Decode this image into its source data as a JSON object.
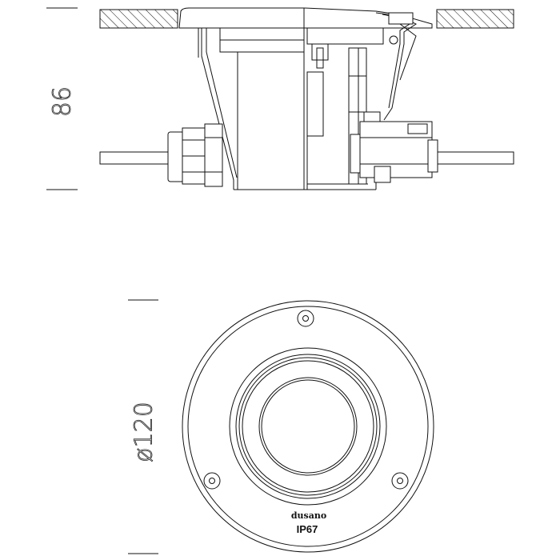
{
  "side_view": {
    "height_dimension": "86"
  },
  "top_view": {
    "diameter_dimension": "ø120",
    "brand_logo": "dusano",
    "ip_rating": "IP67"
  }
}
